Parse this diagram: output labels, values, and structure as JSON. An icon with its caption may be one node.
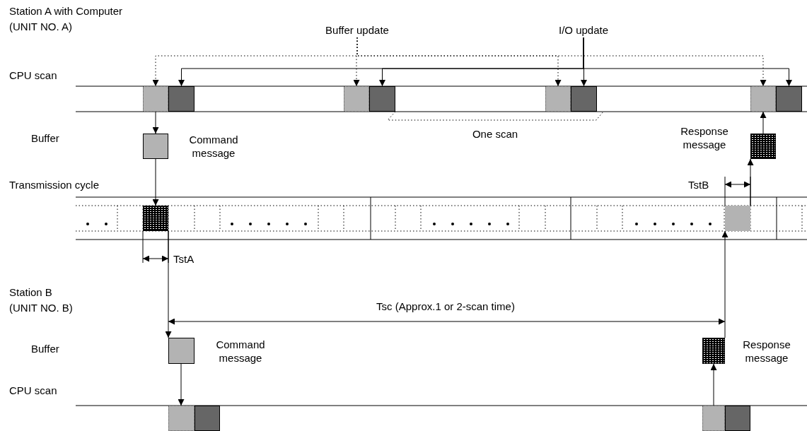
{
  "diagram": {
    "nodes": [
      {
        "text": [
          "Buffer update"
        ]
      },
      {
        "text": [
          "I/O update"
        ]
      },
      {
        "text": [],
        "shape": "box"
      },
      {
        "text": [],
        "shape": "box"
      },
      {
        "text": [],
        "shape": "box"
      },
      {
        "text": [],
        "shape": "box"
      },
      {
        "text": [],
        "shape": "box"
      },
      {
        "text": [],
        "shape": "box"
      },
      {
        "text": [],
        "shape": "box"
      },
      {
        "text": [],
        "shape": "box"
      },
      {
        "text": [],
        "shape": "box",
        "beside": [
          "Command message"
        ]
      },
      {
        "text": [],
        "shape": "box",
        "beside": [
          "Response message"
        ]
      },
      {
        "text": [],
        "shape": "box"
      },
      {
        "text": [],
        "shape": "box"
      },
      {
        "text": [],
        "shape": "box",
        "beside": [
          "Command message"
        ]
      },
      {
        "text": [],
        "shape": "box",
        "beside": [
          "Response message"
        ]
      },
      {
        "text": [],
        "shape": "box"
      },
      {
        "text": [],
        "shape": "box"
      },
      {
        "text": [],
        "shape": "box"
      },
      {
        "text": [],
        "shape": "box"
      }
    ],
    "edges": [
      {
        "from": 0,
        "to": 2,
        "arrow": "to",
        "style": "dashed"
      },
      {
        "from": 0,
        "to": 4,
        "arrow": "to",
        "style": "dashed"
      },
      {
        "from": 0,
        "to": 6,
        "arrow": "to",
        "style": "dashed"
      },
      {
        "from": 0,
        "to": 8,
        "arrow": "to",
        "style": "dashed"
      },
      {
        "from": 1,
        "to": 3,
        "arrow": "to"
      },
      {
        "from": 1,
        "to": 5,
        "arrow": "to"
      },
      {
        "from": 1,
        "to": 7,
        "arrow": "to"
      },
      {
        "from": 1,
        "to": 9,
        "arrow": "to"
      },
      {
        "from": 2,
        "to": 10,
        "arrow": "to"
      },
      {
        "from": 10,
        "to": 12,
        "arrow": "to"
      },
      {
        "from": 12,
        "to": 14,
        "arrow": "to"
      },
      {
        "from": 14,
        "to": 16,
        "arrow": "to"
      },
      {
        "from": 18,
        "to": 15,
        "arrow": "to"
      },
      {
        "from": 15,
        "to": 13,
        "arrow": "to"
      },
      {
        "from": 13,
        "to": 11,
        "arrow": "to"
      },
      {
        "from": 11,
        "to": 8,
        "arrow": "to"
      }
    ],
    "labels": [
      "Station A with Computer (UNIT NO. A)",
      "CPU scan",
      "One scan",
      "Buffer",
      "Transmission cycle",
      "TstB",
      "TstA",
      "Station B (UNIT NO. B)",
      "Tsc (Approx.1 or 2-scan time)",
      "Buffer",
      "CPU scan"
    ]
  }
}
